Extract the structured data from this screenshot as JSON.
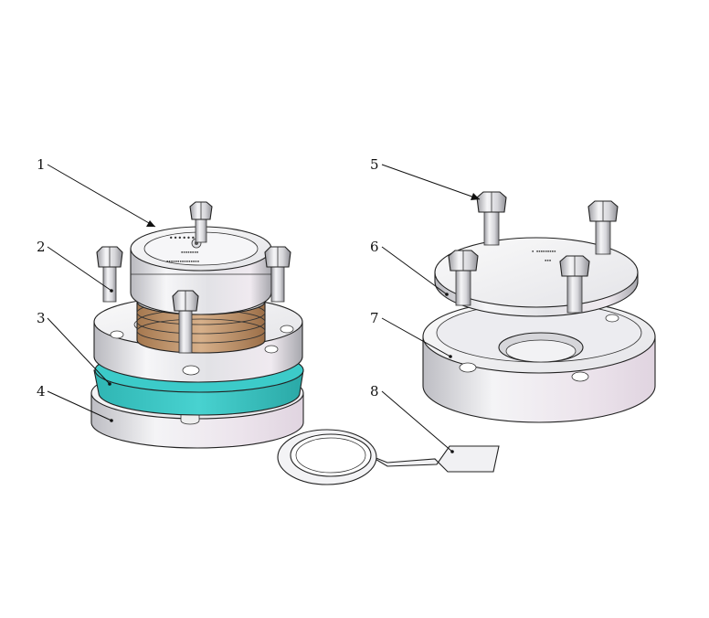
{
  "callouts": [
    {
      "label": "1"
    },
    {
      "label": "2"
    },
    {
      "label": "3"
    },
    {
      "label": "4"
    },
    {
      "label": "5"
    },
    {
      "label": "6"
    },
    {
      "label": "7"
    },
    {
      "label": "8"
    }
  ],
  "colors": {
    "background": "#ffffff",
    "metal_light": "#f4f4f6",
    "metal_mid": "#d8d8dc",
    "metal_dark": "#9a9aa0",
    "metal_pink": "#e6dfe6",
    "gasket_teal": "#37c6c4",
    "spring_copper": "#c49a72",
    "line": "#222222"
  },
  "icons": {
    "bolt": "hex-bolt-shape",
    "sensor": "sensor-head-shape",
    "gasket": "teal-gasket-ring",
    "spectacle": "spectacle-blind-shape"
  }
}
